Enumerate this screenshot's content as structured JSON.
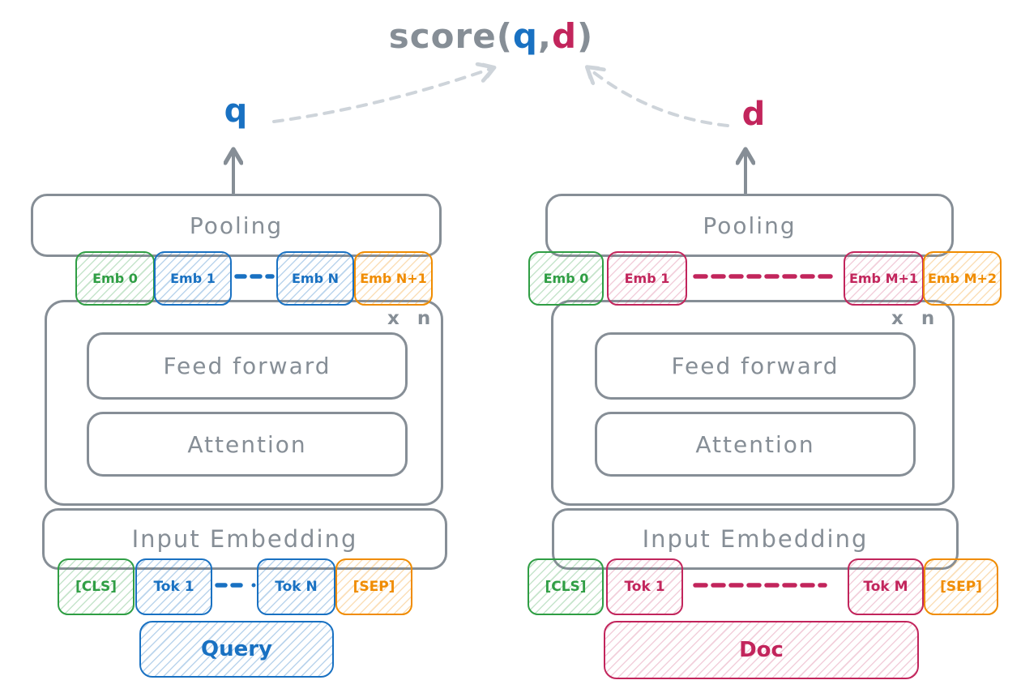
{
  "title": {
    "prefix": "score(",
    "q": "q",
    "comma": ",",
    "d": "d",
    "suffix": ")"
  },
  "colors": {
    "gray": "#868e96",
    "blue": "#1971c2",
    "green": "#2f9e44",
    "orange": "#f08c00",
    "crimson": "#c2255c",
    "dashed_arrow_gray": "#ced4da"
  },
  "left": {
    "vector_label": "q",
    "pooling_label": "Pooling",
    "repeat_label": "x n",
    "feed_forward_label": "Feed forward",
    "attention_label": "Attention",
    "input_embedding_label": "Input Embedding",
    "embeddings": [
      {
        "label": "Emb 0"
      },
      {
        "label": "Emb 1"
      },
      {
        "label": "Emb N"
      },
      {
        "label": "Emb N+1"
      }
    ],
    "tokens": [
      {
        "label": "[CLS]"
      },
      {
        "label": "Tok 1"
      },
      {
        "label": "Tok N"
      },
      {
        "label": "[SEP]"
      }
    ],
    "input_label": "Query"
  },
  "right": {
    "vector_label": "d",
    "pooling_label": "Pooling",
    "repeat_label": "x n",
    "feed_forward_label": "Feed forward",
    "attention_label": "Attention",
    "input_embedding_label": "Input Embedding",
    "embeddings": [
      {
        "label": "Emb 0"
      },
      {
        "label": "Emb 1"
      },
      {
        "label": "Emb M+1"
      },
      {
        "label": "Emb M+2"
      }
    ],
    "tokens": [
      {
        "label": "[CLS]"
      },
      {
        "label": "Tok 1"
      },
      {
        "label": "Tok M"
      },
      {
        "label": "[SEP]"
      }
    ],
    "input_label": "Doc"
  }
}
